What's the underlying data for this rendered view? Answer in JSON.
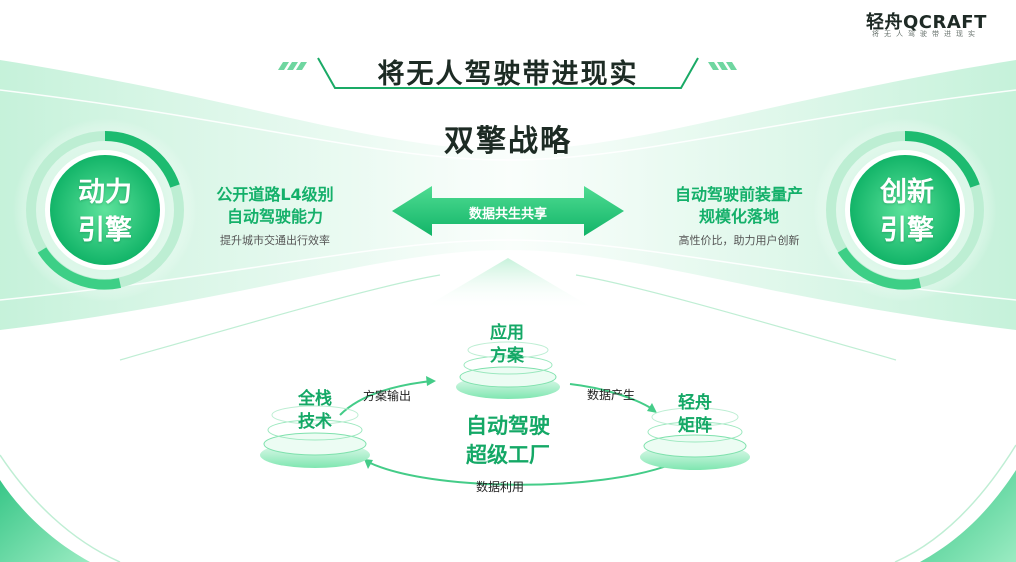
{
  "logo": {
    "main": "轻舟QCRAFT",
    "sub": "将无人驾驶带进现实"
  },
  "title": "将无人驾驶带进现实",
  "strategy": "双擎战略",
  "left_engine": {
    "name_line1": "动力",
    "name_line2": "引擎",
    "desc_line1": "公开道路L4级别",
    "desc_line2": "自动驾驶能力",
    "sub": "提升城市交通出行效率"
  },
  "right_engine": {
    "name_line1": "创新",
    "name_line2": "引擎",
    "desc_line1": "自动驾驶前装量产",
    "desc_line2": "规模化落地",
    "sub": "高性价比，助力用户创新"
  },
  "shared": "数据共生共享",
  "nodes": {
    "top": {
      "line1": "应用",
      "line2": "方案"
    },
    "left": {
      "line1": "全栈",
      "line2": "技术"
    },
    "right": {
      "line1": "轻舟",
      "line2": "矩阵"
    }
  },
  "factory": {
    "line1": "自动驾驶",
    "line2": "超级工厂"
  },
  "flows": {
    "left": "方案输出",
    "right": "数据产生",
    "bottom": "数据利用"
  },
  "colors": {
    "accent": "#14b06a",
    "accent_dark": "#0f9e5c",
    "light": "#c8f2dc",
    "text": "#1d2b24"
  }
}
